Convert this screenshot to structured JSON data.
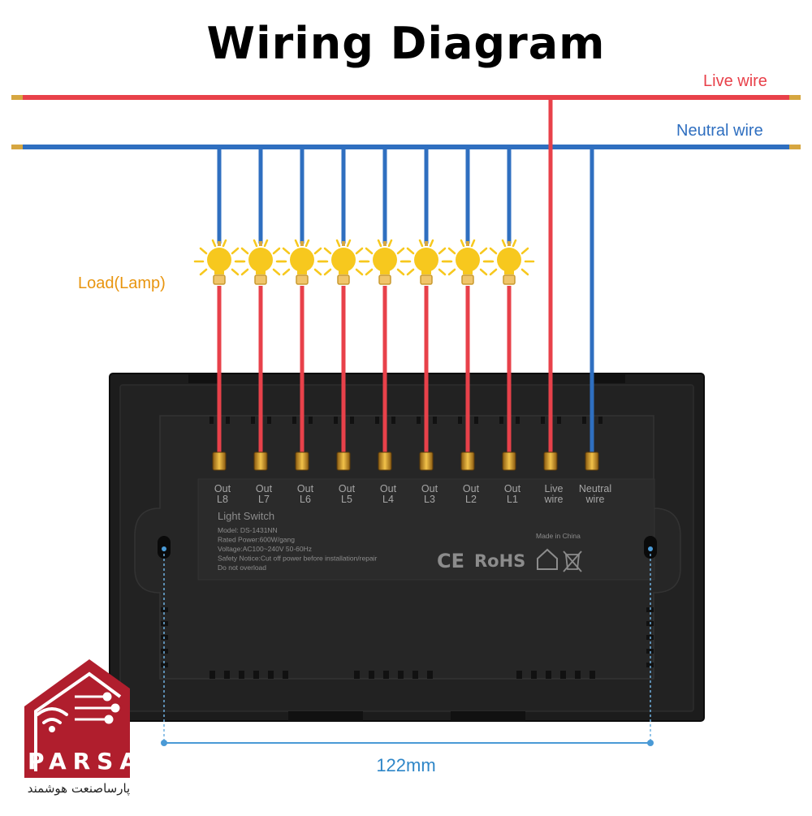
{
  "title": "Wiring Diagram",
  "wires": {
    "live_label": "Live wire",
    "neutral_label": "Neutral wire",
    "live_color": "#e8414a",
    "neutral_color": "#2f6fc0"
  },
  "load_label": "Load(Lamp)",
  "lamp_color": "#f7c81e",
  "terminals": [
    {
      "line1": "Out",
      "line2": "L8"
    },
    {
      "line1": "Out",
      "line2": "L7"
    },
    {
      "line1": "Out",
      "line2": "L6"
    },
    {
      "line1": "Out",
      "line2": "L5"
    },
    {
      "line1": "Out",
      "line2": "L4"
    },
    {
      "line1": "Out",
      "line2": "L3"
    },
    {
      "line1": "Out",
      "line2": "L2"
    },
    {
      "line1": "Out",
      "line2": "L1"
    },
    {
      "line1": "Live",
      "line2": "wire"
    },
    {
      "line1": "Neutral",
      "line2": "wire"
    }
  ],
  "label_plate": {
    "title": "Light Switch",
    "lines": [
      "Model: DS-1431NN",
      "Rated Power:600W/gang",
      "Voltage:AC100~240V 50-60Hz",
      "Safety Notice:Cut off power before installation/repair",
      "Do not overload"
    ],
    "made_in": "Made in China",
    "ce_mark": "CE",
    "rohs_mark": "RoHS"
  },
  "dimension_label": "122mm",
  "logo": {
    "name": "PARSA",
    "subtitle": "پارساصنعت هوشمند",
    "color": "#b01e2d"
  }
}
